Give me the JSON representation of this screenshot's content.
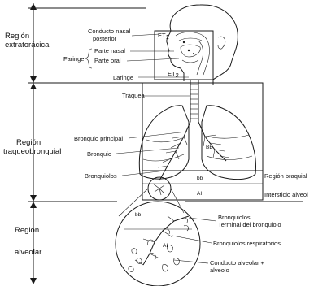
{
  "regions": {
    "extrathoracic": [
      "Región",
      "extratorácica"
    ],
    "tracheobronchial": [
      "Región",
      "traqueobronquial"
    ],
    "alveolar": [
      "Región",
      "alveolar"
    ]
  },
  "labels": {
    "conducto_nasal": [
      "Conducto nasal",
      "posterior"
    ],
    "faringe": "Faringe",
    "parte_nasal": "Parte nasal",
    "parte_oral": "Parte oral",
    "laringe": "Laringe",
    "traquea": "Tráquea",
    "bronquio_principal": "Bronquio principal",
    "bronquio": "Bronquio",
    "bronquiolos": "Bronquiolos",
    "bronquiolos_alveolar": "Bronquiolos",
    "terminal_bronquiolo": "Terminal del bronquiolo",
    "bronquiolos_respiratorios": "Bronquiolos respiratorios",
    "conducto_alveolar": [
      "Conducto alveolar +",
      "alveolo"
    ],
    "region_braquial": "Región braquial",
    "intersticio": "Intersticio alveol"
  },
  "codes": {
    "et1": "ET",
    "et1_sub": "1",
    "et2": "ET",
    "et2_sub": "2",
    "bb": "BB",
    "bb_small": "bb",
    "ai": "AI",
    "ai_alveolar": "AI",
    "bb_alveolar": "bb"
  }
}
